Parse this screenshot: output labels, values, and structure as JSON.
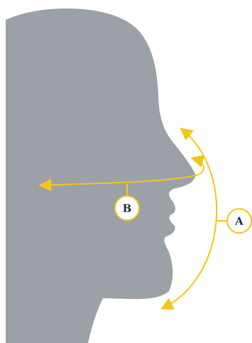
{
  "diagram": {
    "callouts": [
      {
        "id": "A",
        "label": "A"
      },
      {
        "id": "B",
        "label": "B"
      }
    ]
  },
  "colors": {
    "silhouette": "#9ca0a7",
    "accent": "#f5c518",
    "label_text": "#1e2a4a",
    "background": "#ffffff"
  },
  "icons": {
    "head": "head-profile-silhouette",
    "arrowhead": "arrowhead-icon"
  }
}
